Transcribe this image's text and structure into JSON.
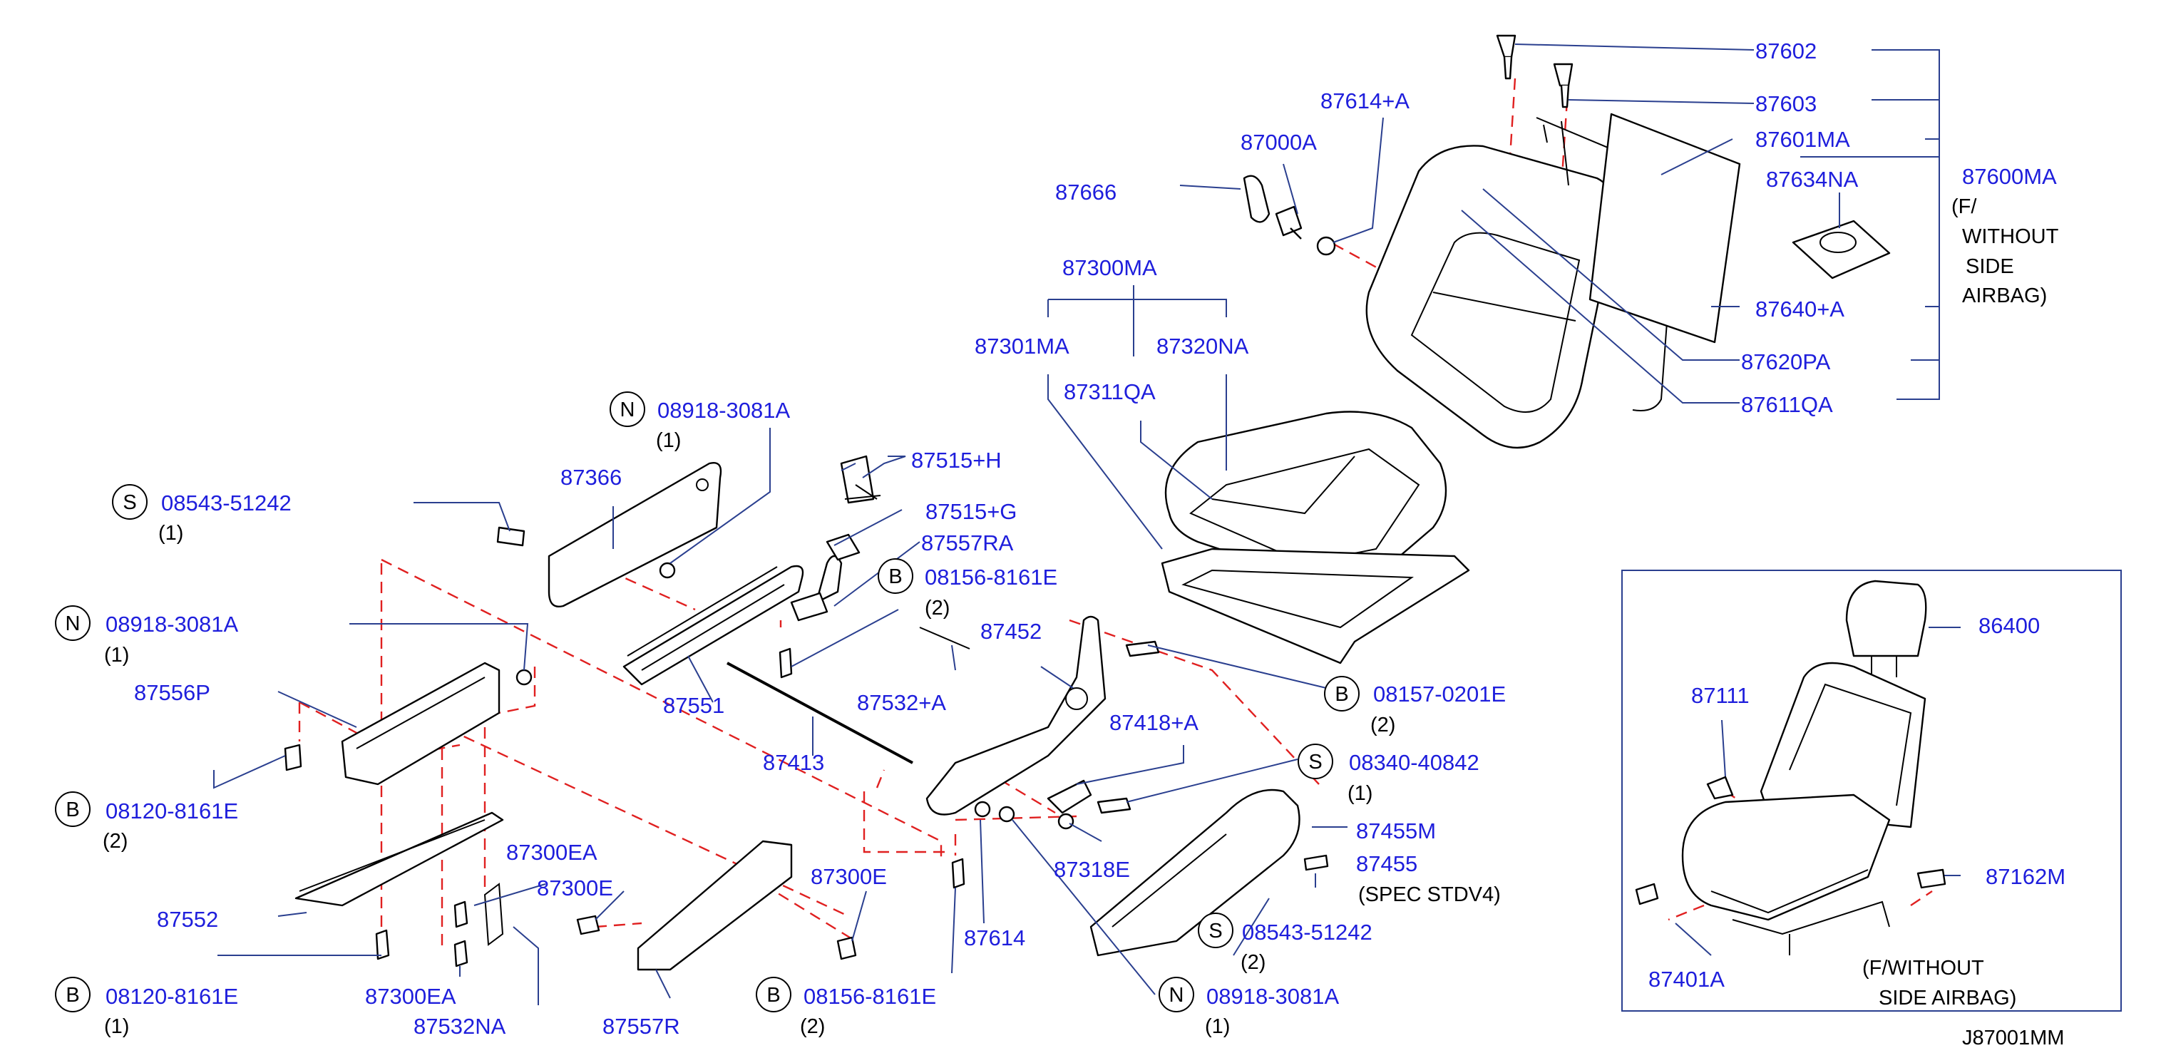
{
  "diagram_id": "J87001MM",
  "labels": {
    "p87602": "87602",
    "p87603": "87603",
    "p87614A": "87614+A",
    "p87000A": "87000A",
    "p87601MA": "87601MA",
    "p87634NA": "87634NA",
    "p87600MA": "87600MA",
    "p87666": "87666",
    "p87640A": "87640+A",
    "p87620PA": "87620PA",
    "p87611QA": "87611QA",
    "p87300MA": "87300MA",
    "p87301MA": "87301MA",
    "p87320NA": "87320NA",
    "p87311QA": "87311QA",
    "n08918_top": "08918-3081A",
    "p87366": "87366",
    "p87515H": "87515+H",
    "p87515G": "87515+G",
    "p87557RA": "87557RA",
    "s08543_left": "08543-51242",
    "b08156_top": "08156-8161E",
    "n08918_left": "08918-3081A",
    "p87452": "87452",
    "p87532A": "87532+A",
    "p87556P": "87556P",
    "p87551": "87551",
    "b08157": "08157-0201E",
    "p87418A": "87418+A",
    "p87413": "87413",
    "s08340": "08340-40842",
    "b08120_top": "08120-8161E",
    "p87455M": "87455M",
    "p87300EA_top": "87300EA",
    "p87455": "87455",
    "p87318E": "87318E",
    "p87300E_left": "87300E",
    "p87300E_right": "87300E",
    "p87552": "87552",
    "s08543_bottom": "08543-51242",
    "p87614": "87614",
    "b08120_bottom": "08120-8161E",
    "p87300EA_bottom": "87300EA",
    "b08156_bottom": "08156-8161E",
    "n08918_bottom": "08918-3081A",
    "p87532NA": "87532NA",
    "p87557R": "87557R",
    "p86400": "86400",
    "p87111": "87111",
    "p87162M": "87162M",
    "p87401A": "87401A"
  },
  "qty": {
    "n08918_top": "(1)",
    "s08543_left": "(1)",
    "b08156_top": "(2)",
    "n08918_left": "(1)",
    "b08157": "(2)",
    "s08340": "(1)",
    "b08120_top": "(2)",
    "s08543_bottom": "(2)",
    "b08120_bottom": "(1)",
    "b08156_bottom": "(2)",
    "n08918_bottom": "(1)"
  },
  "prefix": {
    "N": "N",
    "S": "S",
    "B": "B"
  },
  "notes": {
    "f_without_1": "(F/",
    "f_without_2": "WITHOUT",
    "f_without_3": "SIDE",
    "f_without_4": "AIRBAG)",
    "spec": "(SPEC   STDV4)",
    "inset_1": "(F/WITHOUT",
    "inset_2": "SIDE   AIRBAG)"
  }
}
